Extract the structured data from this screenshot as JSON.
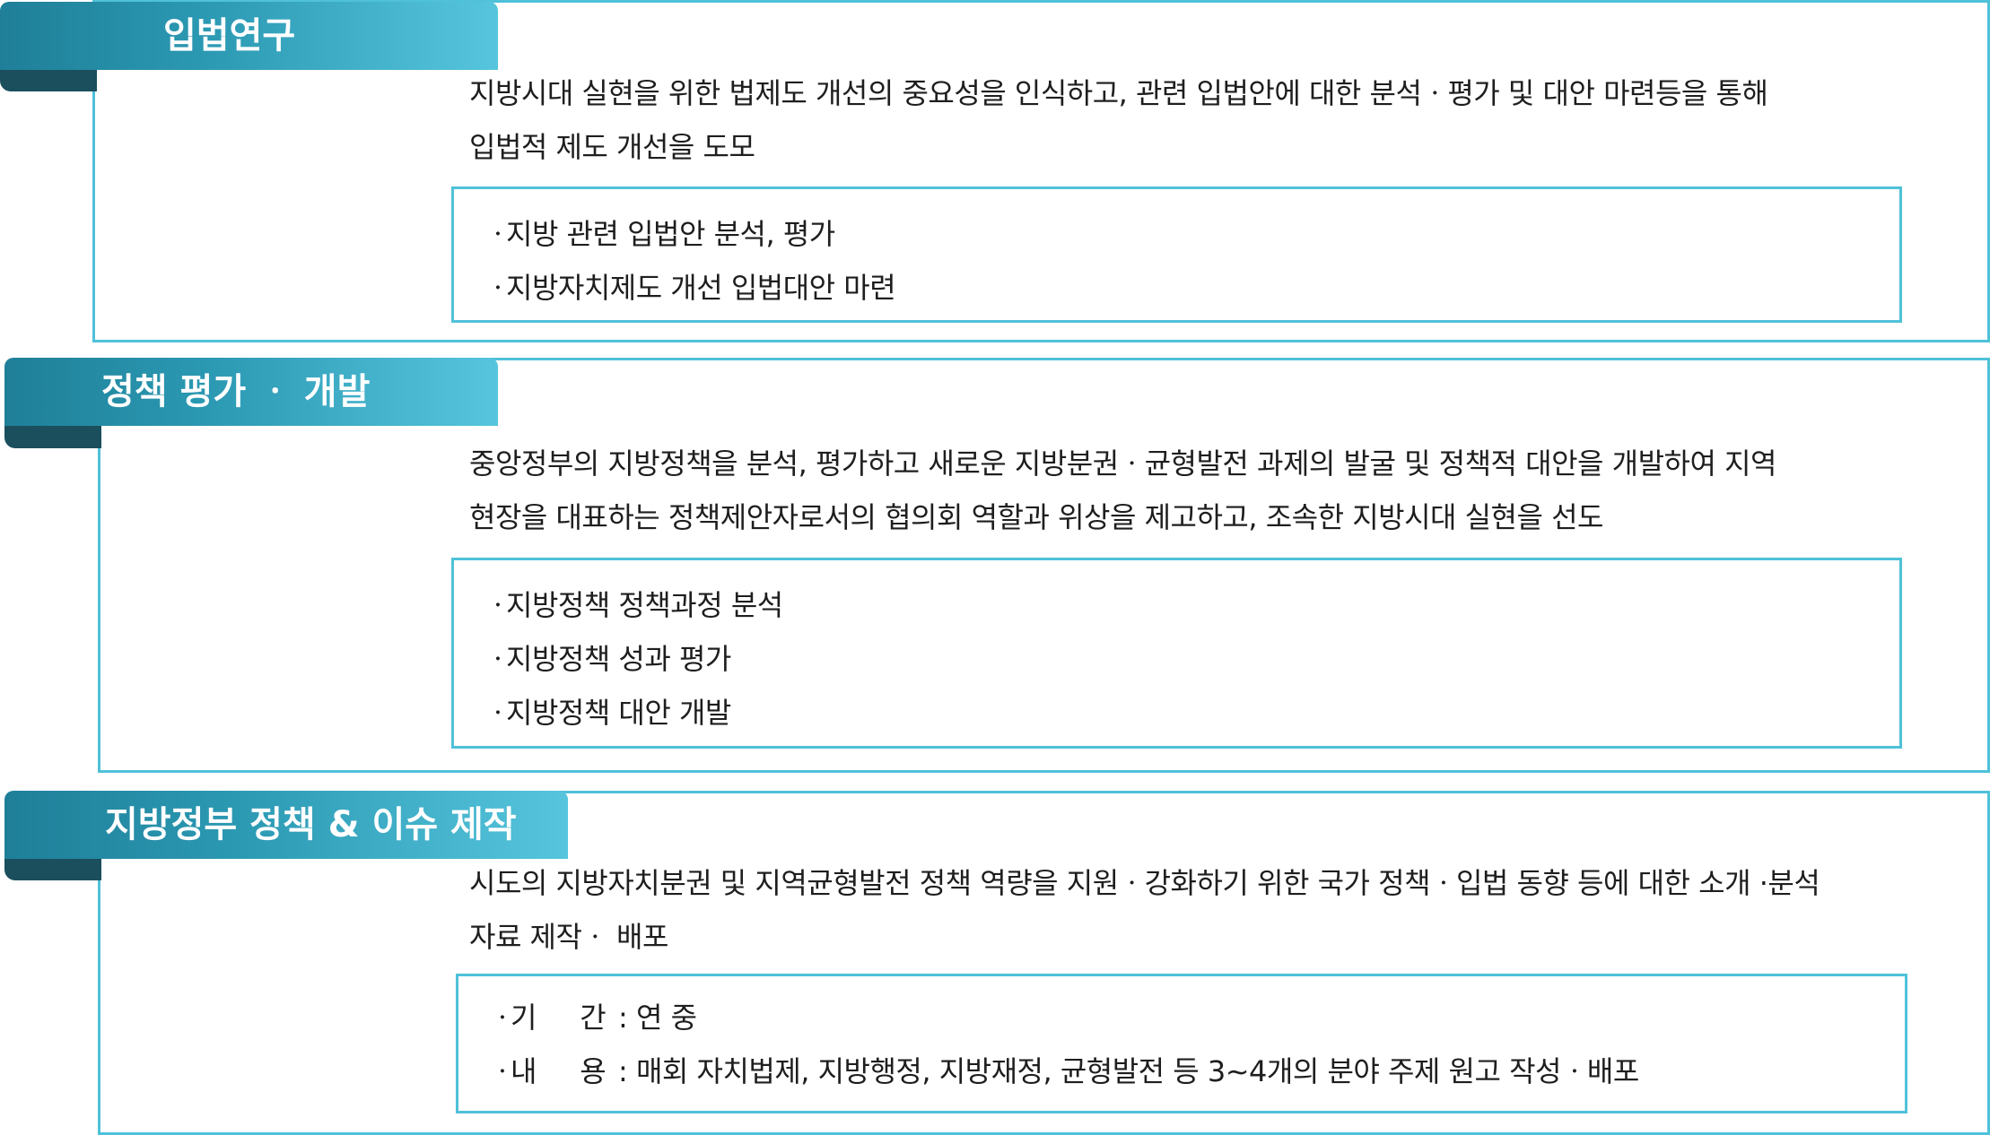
{
  "sections": [
    {
      "title": "입법연구",
      "desc_lines": [
        "지방시대 실현을 위한 법제도 개선의 중요성을 인식하고, 관련 입법안에 대한 분석ㆍ평가 및 대안 마련등을 통해",
        "입법적 제도 개선을 도모"
      ],
      "bullets": [
        "지방 관련 입법안 분석, 평가",
        "지방자치제도 개선 입법대안 마련"
      ]
    },
    {
      "title": "정책 평가 ㆍ 개발",
      "desc_lines": [
        "중앙정부의 지방정책을 분석, 평가하고 새로운 지방분권ㆍ균형발전 과제의 발굴 및 정책적 대안을 개발하여 지역",
        "현장을 대표하는 정책제안자로서의 협의회 역할과 위상을 제고하고, 조속한 지방시대 실현을 선도"
      ],
      "bullets": [
        "지방정책 정책과정 분석",
        "지방정책 성과 평가",
        "지방정책 대안 개발"
      ]
    },
    {
      "title": "지방정부 정책 & 이슈  제작",
      "desc_lines": [
        "시도의 지방자치분권 및 지역균형발전 정책 역량을 지원ㆍ강화하기 위한 국가 정책ㆍ입법 동향 등에 대한 소개 ·분석",
        "자료 제작ㆍ 배포"
      ],
      "details": [
        {
          "key": "기     간",
          "value": ": 연 중"
        },
        {
          "key": "내     용",
          "value": ": 매회 자치법제, 지방행정, 지방재정, 균형발전 등 3~4개의 분야 주제 원고 작성ㆍ배포"
        }
      ]
    }
  ],
  "bullet_mark": "ㆍ",
  "colors": {
    "frame_border": "#4fc1d9",
    "tab_gradient_start": "#1f7f98",
    "tab_gradient_end": "#56c5dd",
    "tab_shadow": "#1b4f5e",
    "text": "#1e1e1e"
  }
}
